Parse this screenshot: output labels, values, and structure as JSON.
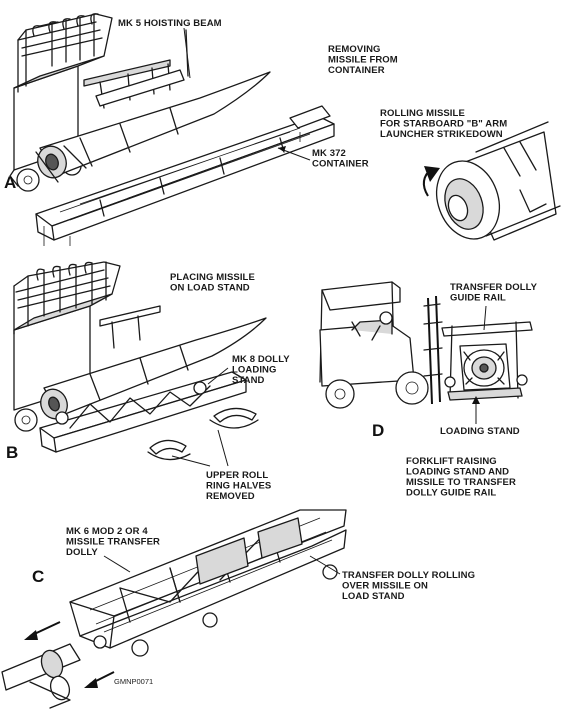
{
  "figure_code": "GMNP0071",
  "panels": {
    "a": {
      "letter": "A",
      "labels": {
        "hoisting_beam": [
          "MK 5 HOISTING BEAM"
        ],
        "removing": [
          "REMOVING",
          "MISSILE FROM",
          "CONTAINER"
        ],
        "rolling": [
          "ROLLING MISSILE",
          "FOR STARBOARD \"B\" ARM",
          "LAUNCHER STRIKEDOWN"
        ],
        "container": [
          "MK 372",
          "CONTAINER"
        ]
      }
    },
    "b": {
      "letter": "B",
      "labels": {
        "placing": [
          "PLACING MISSILE",
          "ON LOAD STAND"
        ],
        "dolly_stand": [
          "MK 8 DOLLY",
          "LOADING",
          "STAND"
        ],
        "ring_halves": [
          "UPPER ROLL",
          "RING HALVES",
          "REMOVED"
        ]
      }
    },
    "c": {
      "letter": "C",
      "labels": {
        "transfer_dolly": [
          "MK 6 MOD 2 OR 4",
          "MISSILE TRANSFER",
          "DOLLY"
        ],
        "rolling_over": [
          "TRANSFER DOLLY ROLLING",
          "OVER MISSILE ON",
          "LOAD STAND"
        ]
      }
    },
    "d": {
      "letter": "D",
      "labels": {
        "guide_rail": [
          "TRANSFER DOLLY",
          "GUIDE RAIL"
        ],
        "loading_stand": [
          "LOADING STAND"
        ],
        "forklift": [
          "FORKLIFT RAISING",
          "LOADING STAND AND",
          "MISSILE TO TRANSFER",
          "DOLLY GUIDE RAIL"
        ]
      }
    }
  }
}
